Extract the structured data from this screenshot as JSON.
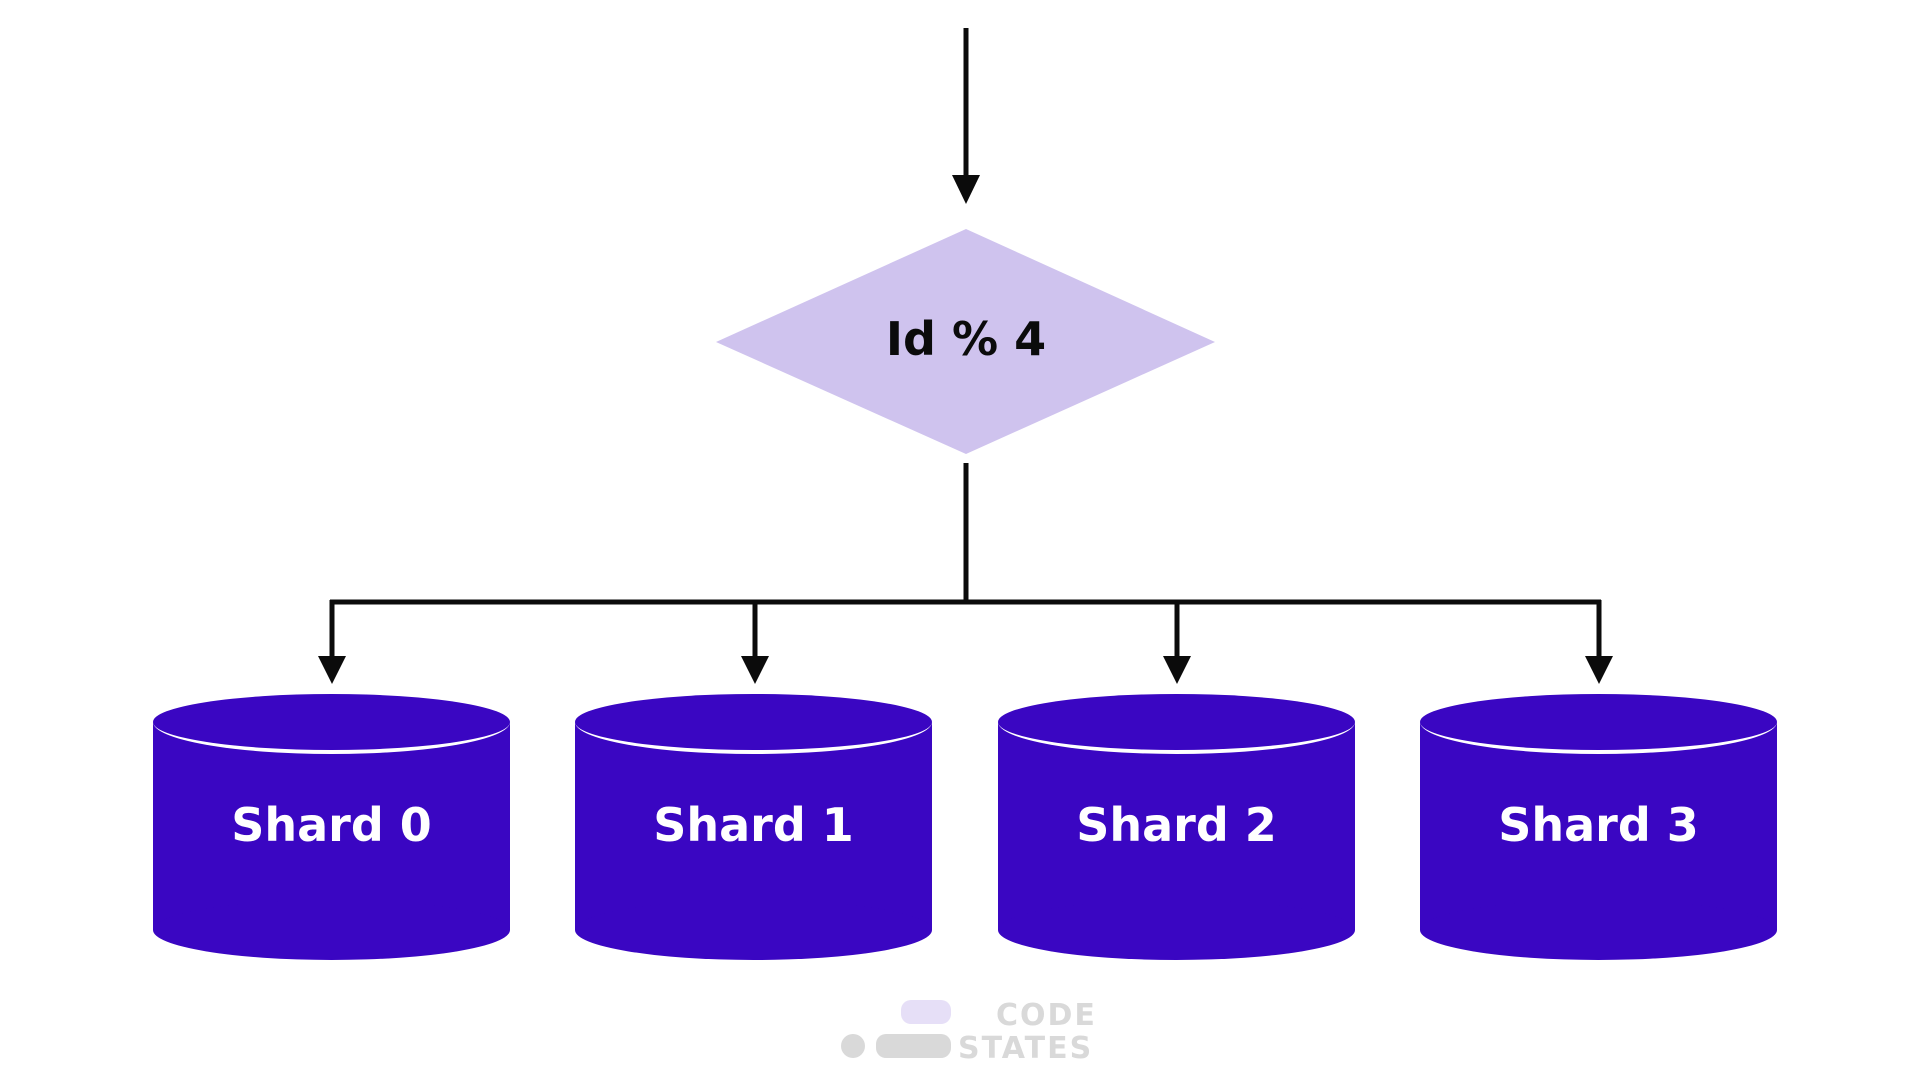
{
  "decision": {
    "label": "Id % 4"
  },
  "shards": [
    {
      "label": "Shard 0"
    },
    {
      "label": "Shard 1"
    },
    {
      "label": "Shard 2"
    },
    {
      "label": "Shard 3"
    }
  ],
  "logo": {
    "line1": "CODE",
    "line2": "STATES"
  },
  "colors": {
    "diamond_fill": "#CFC3EE",
    "shard_fill": "#3A06C2",
    "shard_text": "#FFFFFF",
    "arrow": "#0B0B0B",
    "logo": "#D9D9D9",
    "logo_accent": "#E6DFF7"
  }
}
